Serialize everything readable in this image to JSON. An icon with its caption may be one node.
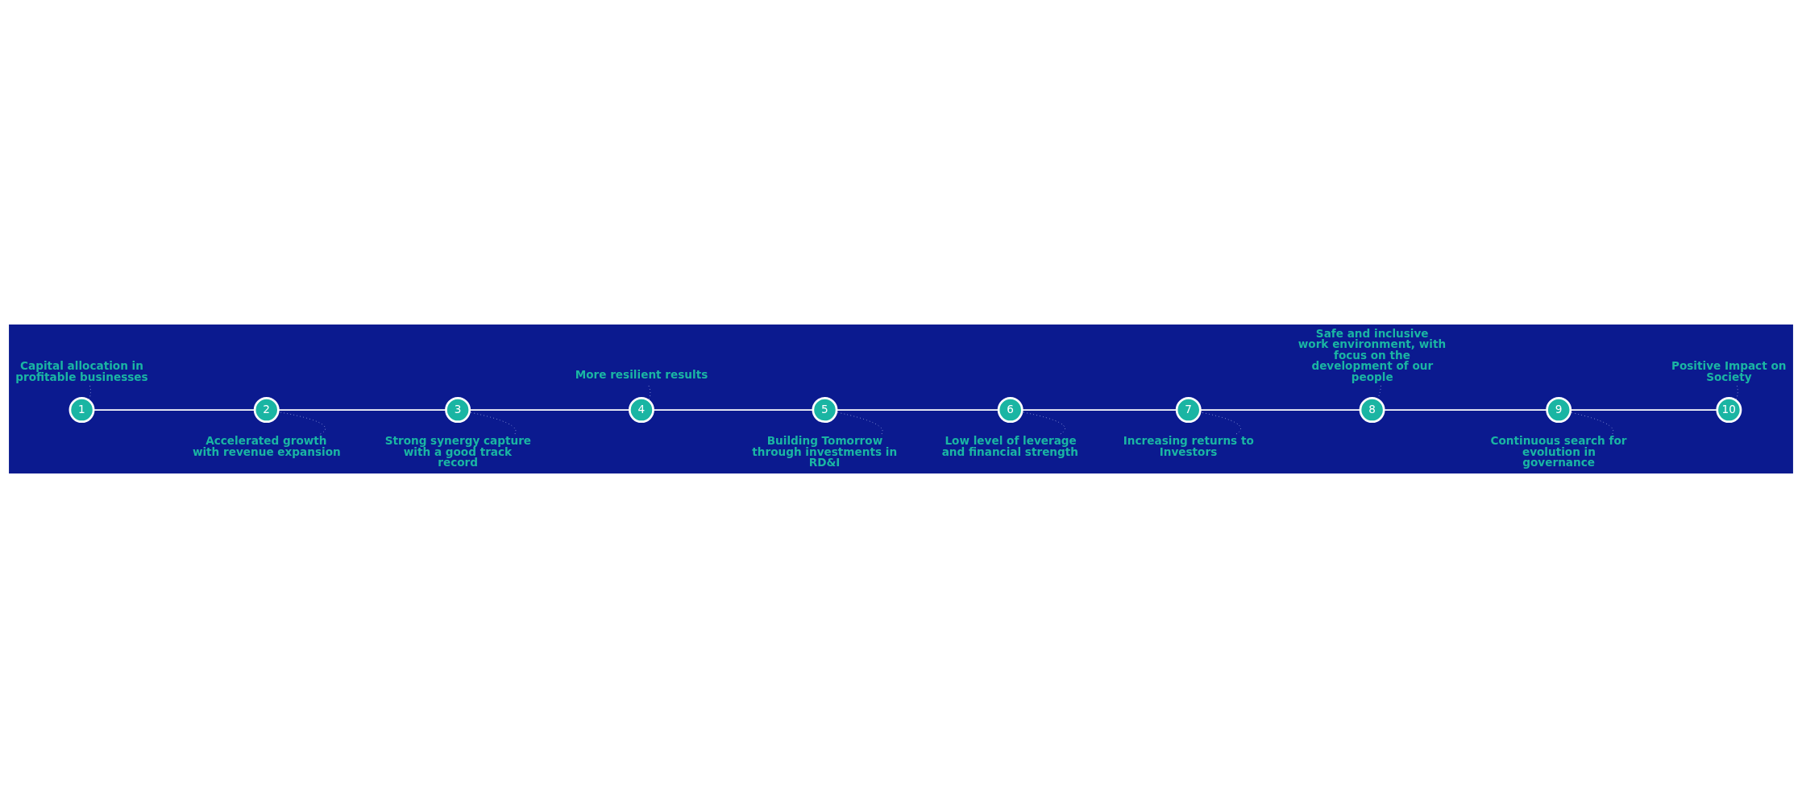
{
  "diagram": {
    "nodes": [
      {
        "text": [
          "1"
        ]
      },
      {
        "text": [
          "2"
        ]
      },
      {
        "text": [
          "3"
        ]
      },
      {
        "text": [
          "4"
        ]
      },
      {
        "text": [
          "5"
        ]
      },
      {
        "text": [
          "6"
        ]
      },
      {
        "text": [
          "7"
        ]
      },
      {
        "text": [
          "8"
        ]
      },
      {
        "text": [
          "9"
        ]
      },
      {
        "text": [
          "10"
        ]
      },
      {
        "text": [
          "Capital allocation in profitable businesses"
        ]
      },
      {
        "text": [
          "Accelerated growth with revenue expansion"
        ]
      },
      {
        "text": [
          "Strong synergy capture with a good track record"
        ]
      },
      {
        "text": [
          "More resilient results"
        ]
      },
      {
        "text": [
          "Building Tomorrow through investments in RD&I"
        ]
      },
      {
        "text": [
          "Low level of leverage and financial strength"
        ]
      },
      {
        "text": [
          "Increasing returns to Investors"
        ]
      },
      {
        "text": [
          "Safe and inclusive work environment, with focus on the development of our people"
        ]
      },
      {
        "text": [
          "Continuous search for evolution in governance"
        ]
      },
      {
        "text": [
          "Positive Impact on Society"
        ]
      }
    ],
    "edges": [
      {
        "from": 0,
        "to": 1,
        "arrow": "none"
      },
      {
        "from": 1,
        "to": 2,
        "arrow": "none"
      },
      {
        "from": 2,
        "to": 3,
        "arrow": "none"
      },
      {
        "from": 3,
        "to": 4,
        "arrow": "none"
      },
      {
        "from": 4,
        "to": 5,
        "arrow": "none"
      },
      {
        "from": 5,
        "to": 6,
        "arrow": "none"
      },
      {
        "from": 6,
        "to": 7,
        "arrow": "none"
      },
      {
        "from": 7,
        "to": 8,
        "arrow": "none"
      },
      {
        "from": 8,
        "to": 9,
        "arrow": "none"
      },
      {
        "from": 10,
        "to": 0,
        "arrow": "none",
        "style": "dashed"
      },
      {
        "from": 11,
        "to": 1,
        "arrow": "none",
        "style": "dashed"
      },
      {
        "from": 12,
        "to": 2,
        "arrow": "none",
        "style": "dashed"
      },
      {
        "from": 13,
        "to": 3,
        "arrow": "none",
        "style": "dashed"
      },
      {
        "from": 14,
        "to": 4,
        "arrow": "none",
        "style": "dashed"
      },
      {
        "from": 15,
        "to": 5,
        "arrow": "none",
        "style": "dashed"
      },
      {
        "from": 16,
        "to": 6,
        "arrow": "none",
        "style": "dashed"
      },
      {
        "from": 17,
        "to": 7,
        "arrow": "none",
        "style": "dashed"
      },
      {
        "from": 18,
        "to": 8,
        "arrow": "none",
        "style": "dashed"
      },
      {
        "from": 19,
        "to": 9,
        "arrow": "none",
        "style": "dashed"
      }
    ]
  }
}
